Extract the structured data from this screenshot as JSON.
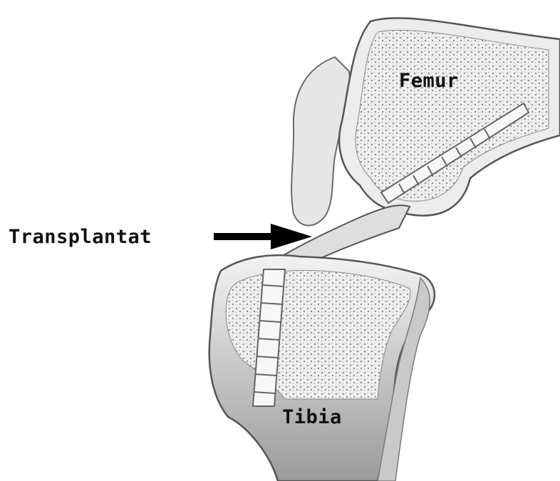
{
  "labels": {
    "femur": "Femur",
    "transplantat": "Transplantat",
    "tibia": "Tibia"
  },
  "colors": {
    "background": "#ffffff",
    "bone_outline": "#555555",
    "bone_fill": "#e9e9e9",
    "spongy_bone": "#bdbdbd",
    "graft": "#dcdcdc",
    "arrow": "#000000",
    "text": "#111111"
  }
}
